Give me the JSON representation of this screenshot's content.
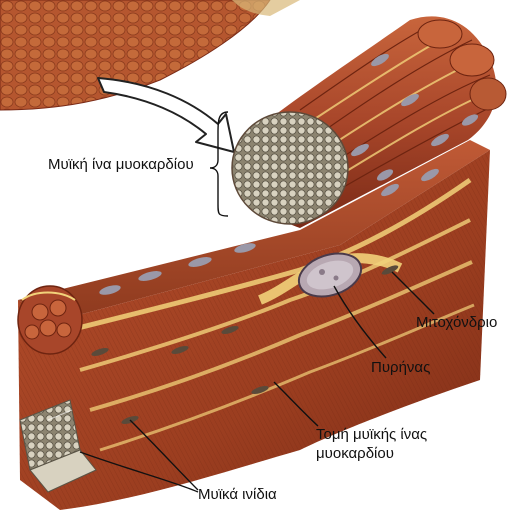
{
  "labels": {
    "muscle_fiber": "Μυϊκή ίνα μυοκαρδίου",
    "mitochondrion": "Μιτοχόνδριο",
    "nucleus": "Πυρήνας",
    "section_line1": "Τομή μυϊκής ίνας",
    "section_line2": "μυοκαρδίου",
    "myofibrils": "Μυϊκά ινίδια"
  },
  "colors": {
    "tissue": "#a8462a",
    "tissue_dark": "#7a2a16",
    "tissue_light": "#c8643e",
    "yellow": "#f2d27a",
    "nucleus": "#b8a8b2",
    "bg": "#ffffff"
  }
}
